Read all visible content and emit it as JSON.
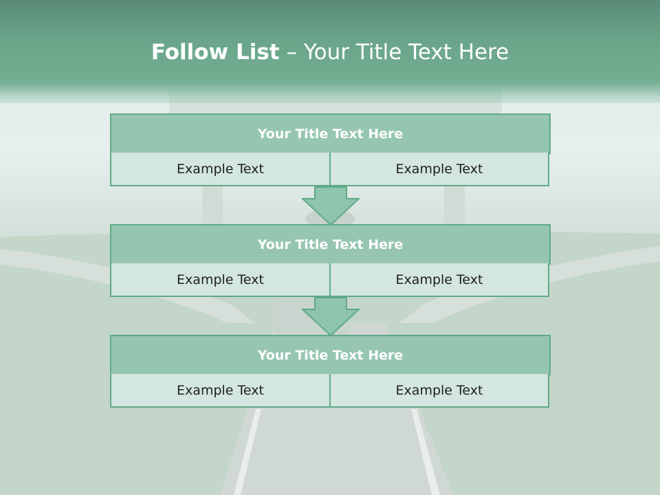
{
  "slide": {
    "title_bold": "Follow List",
    "title_rest": " – Your Title Text Here",
    "blocks": [
      {
        "title": "Your Title Text Here",
        "cells": [
          "Example Text",
          "Example Text"
        ]
      },
      {
        "title": "Your Title Text Here",
        "cells": [
          "Example Text",
          "Example Text"
        ]
      },
      {
        "title": "Your Title Text Here",
        "cells": [
          "Example Text",
          "Example Text"
        ]
      }
    ]
  },
  "colors": {
    "header": "#6aa58a",
    "block_title_fill": "#96c6b1",
    "cell_fill": "#d3e6df",
    "border": "#5faa86",
    "arrow_fill": "#8fc4ad"
  },
  "icons": {
    "down_arrow": "down-arrow-icon"
  }
}
